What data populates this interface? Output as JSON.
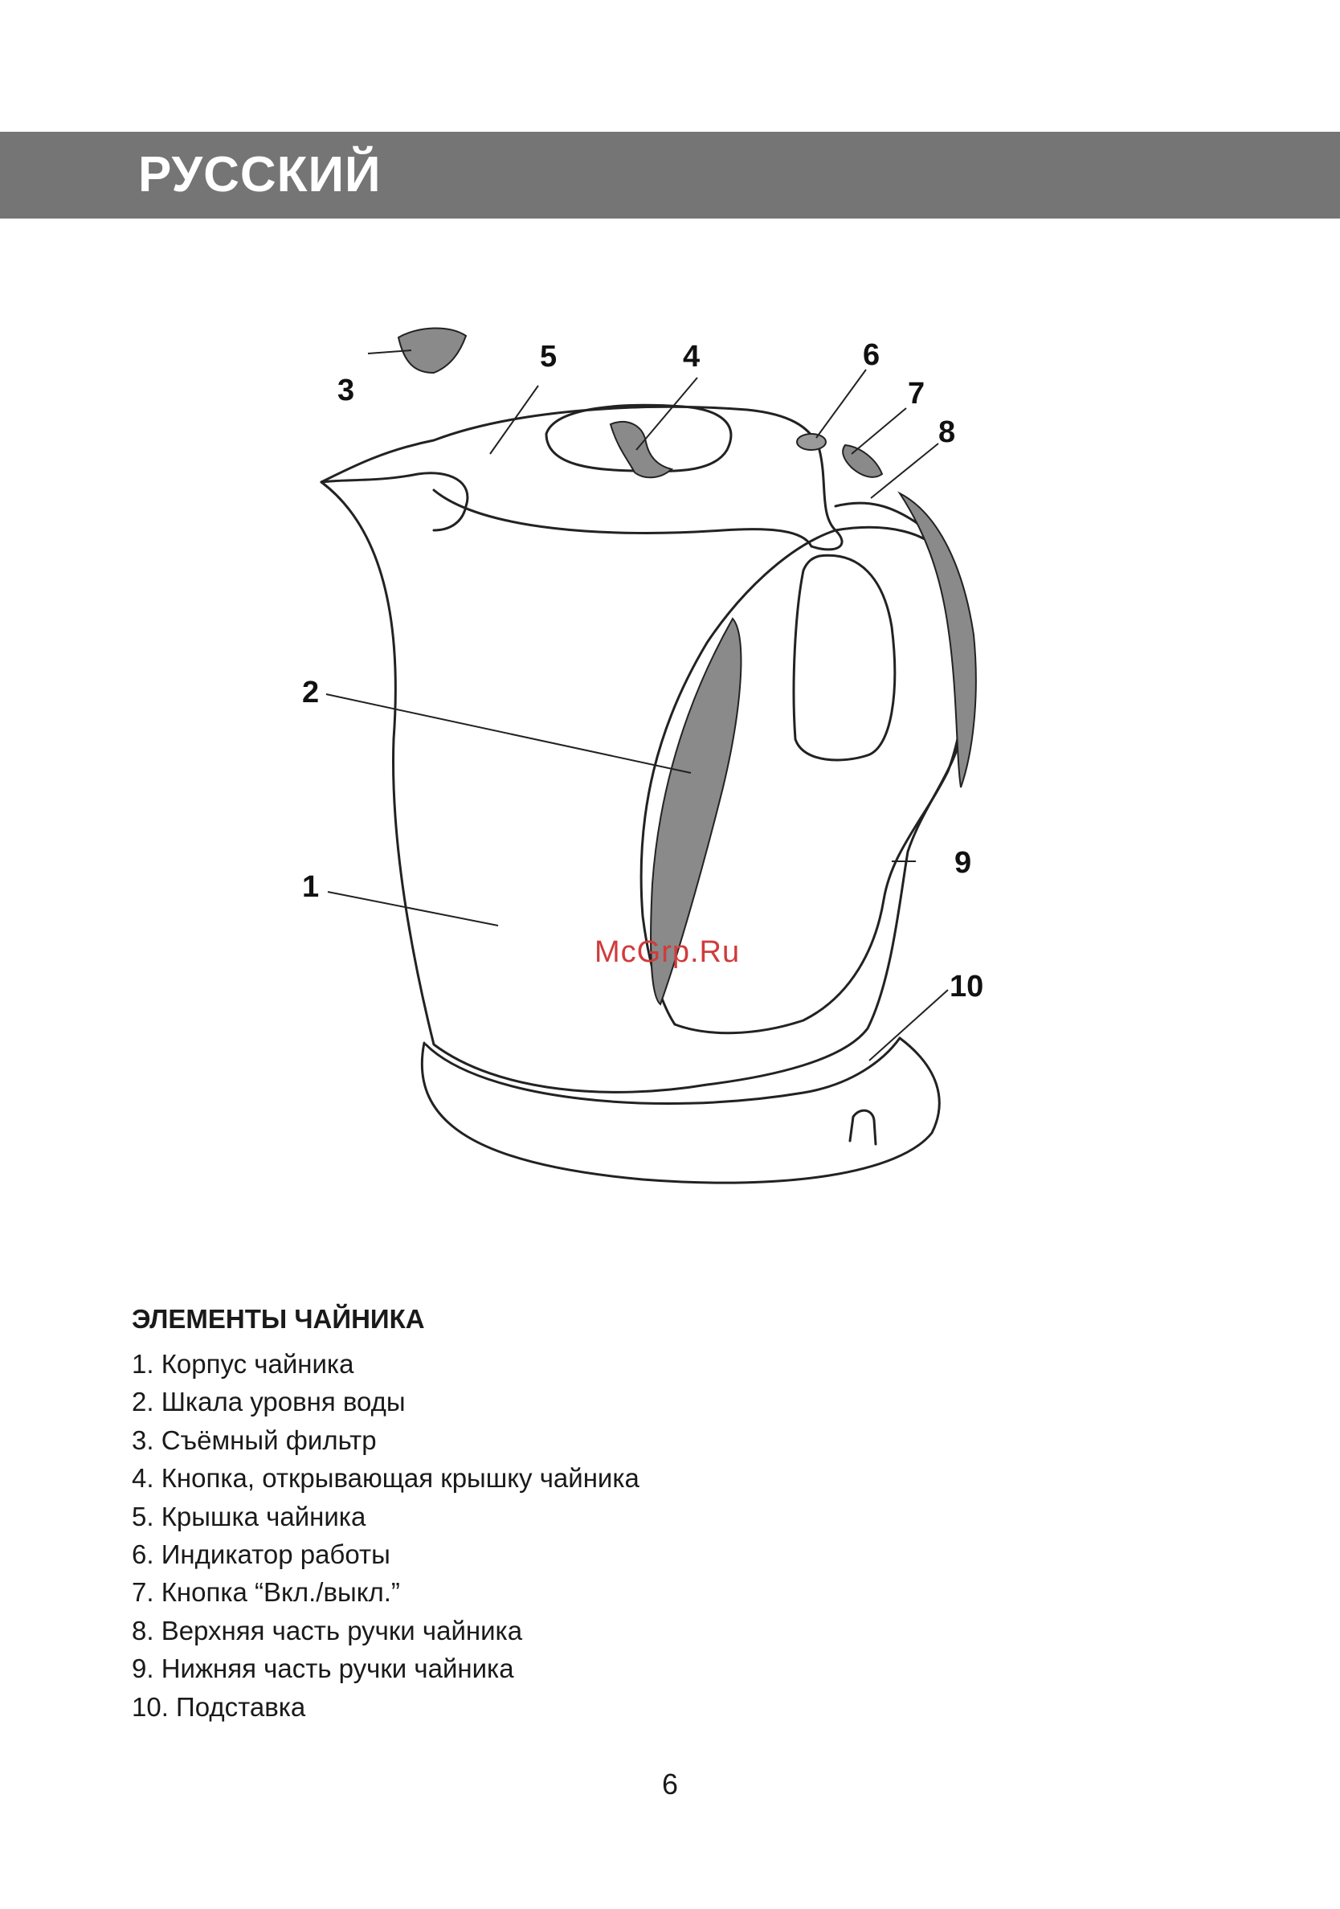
{
  "header": {
    "title": "РУССКИЙ"
  },
  "diagram": {
    "callouts": [
      "1",
      "2",
      "3",
      "4",
      "5",
      "6",
      "7",
      "8",
      "9",
      "10"
    ]
  },
  "watermark": "McGrp.Ru",
  "parts": {
    "title": "ЭЛЕМЕНТЫ ЧАЙНИКА",
    "items": [
      "1. Корпус чайника",
      "2. Шкала уровня воды",
      "3. Съёмный фильтр",
      "4. Кнопка, открывающая крышку чайника",
      "5. Крышка чайника",
      "6. Индикатор работы",
      "7. Кнопка “Вкл./выкл.”",
      "8. Верхняя часть ручки чайника",
      "9. Нижняя часть ручки чайника",
      "10. Подставка"
    ]
  },
  "page_number": "6",
  "colors": {
    "header_bar": "#757575",
    "header_text": "#ffffff",
    "watermark": "#d13b3b",
    "diagram_fill": "#8a8a8a"
  }
}
